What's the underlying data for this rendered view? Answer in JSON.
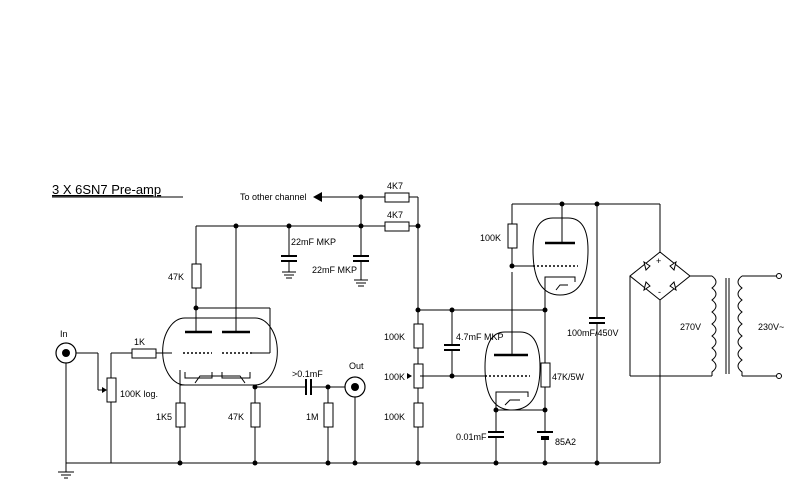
{
  "title": "3 X 6SN7 Pre-amp",
  "labels": {
    "other_channel": "To other channel",
    "in": "In",
    "out": "Out",
    "r_4k7_top": "4K7",
    "r_4k7_mid": "4K7",
    "c_22mf_1": "22mF MKP",
    "c_22mf_2": "22mF MKP",
    "r_47k_plate": "47K",
    "r_1k": "1K",
    "pot_100k_log": "100K log.",
    "r_1k5": "1K5",
    "r_47k_cath": "47K",
    "c_01mf": ">0.1mF",
    "r_1m": "1M",
    "r_100k_top": "100K",
    "r_100k_pot": "100K",
    "r_100k_bot": "100K",
    "c_47mf": "4.7mF MKP",
    "r_100k_reg": "100K",
    "r_47k_5w": "47K/5W",
    "c_001mf": "0.01mF",
    "tube_85a2": "85A2",
    "c_100mf": "100mF/450V",
    "v_270": "270V",
    "v_230": "230V~"
  },
  "icons": {
    "arrow": "left-arrow-icon",
    "ground": "ground-icon",
    "bridge": "diode-bridge-icon",
    "transformer": "transformer-icon"
  }
}
